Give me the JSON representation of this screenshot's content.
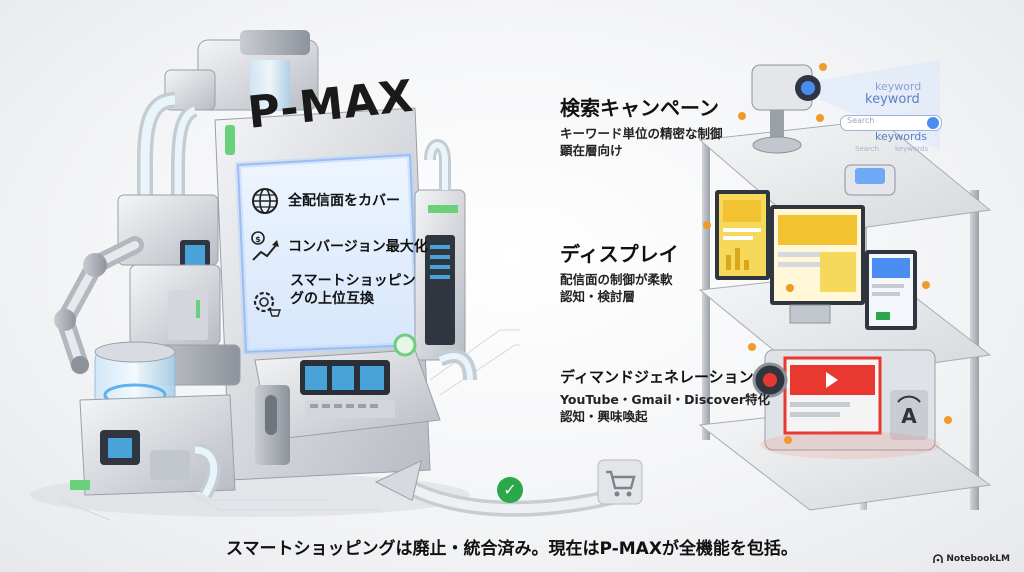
{
  "machine": {
    "title": "P-MAX",
    "features": [
      {
        "label": "全配信面をカバー",
        "icon": "globe-icon"
      },
      {
        "label": "コンバージョン最大化",
        "icon": "growth-chart-icon"
      },
      {
        "label": "スマートショッピングの上位互換",
        "icon": "gear-cart-icon"
      }
    ]
  },
  "campaigns": [
    {
      "title": "検索キャンペーン",
      "desc": [
        "キーワード単位の精密な制御",
        "顕在層向け"
      ]
    },
    {
      "title": "ディスプレイ",
      "desc": [
        "配信面の制御が柔軟",
        "認知・検討層"
      ]
    },
    {
      "title": "ディマンドジェネレーション",
      "desc": [
        "YouTube・Gmail・Discover特化",
        "認知・興味喚起"
      ]
    }
  ],
  "search_cloud": {
    "keywords": [
      "keyword",
      "keyword",
      "Search",
      "keywords",
      "keywords",
      "Search"
    ]
  },
  "footer": {
    "caption": "スマートショッピングは廃止・統合済み。現在はP-MAXが全機能を包括。"
  },
  "branding": {
    "name": "NotebookLM"
  },
  "colors": {
    "accent_blue": "#4a8df0",
    "accent_green": "#2aa84a",
    "callout_orange": "#f09a2a",
    "youtube_red": "#e8382f",
    "display_yellow": "#f2c230"
  }
}
